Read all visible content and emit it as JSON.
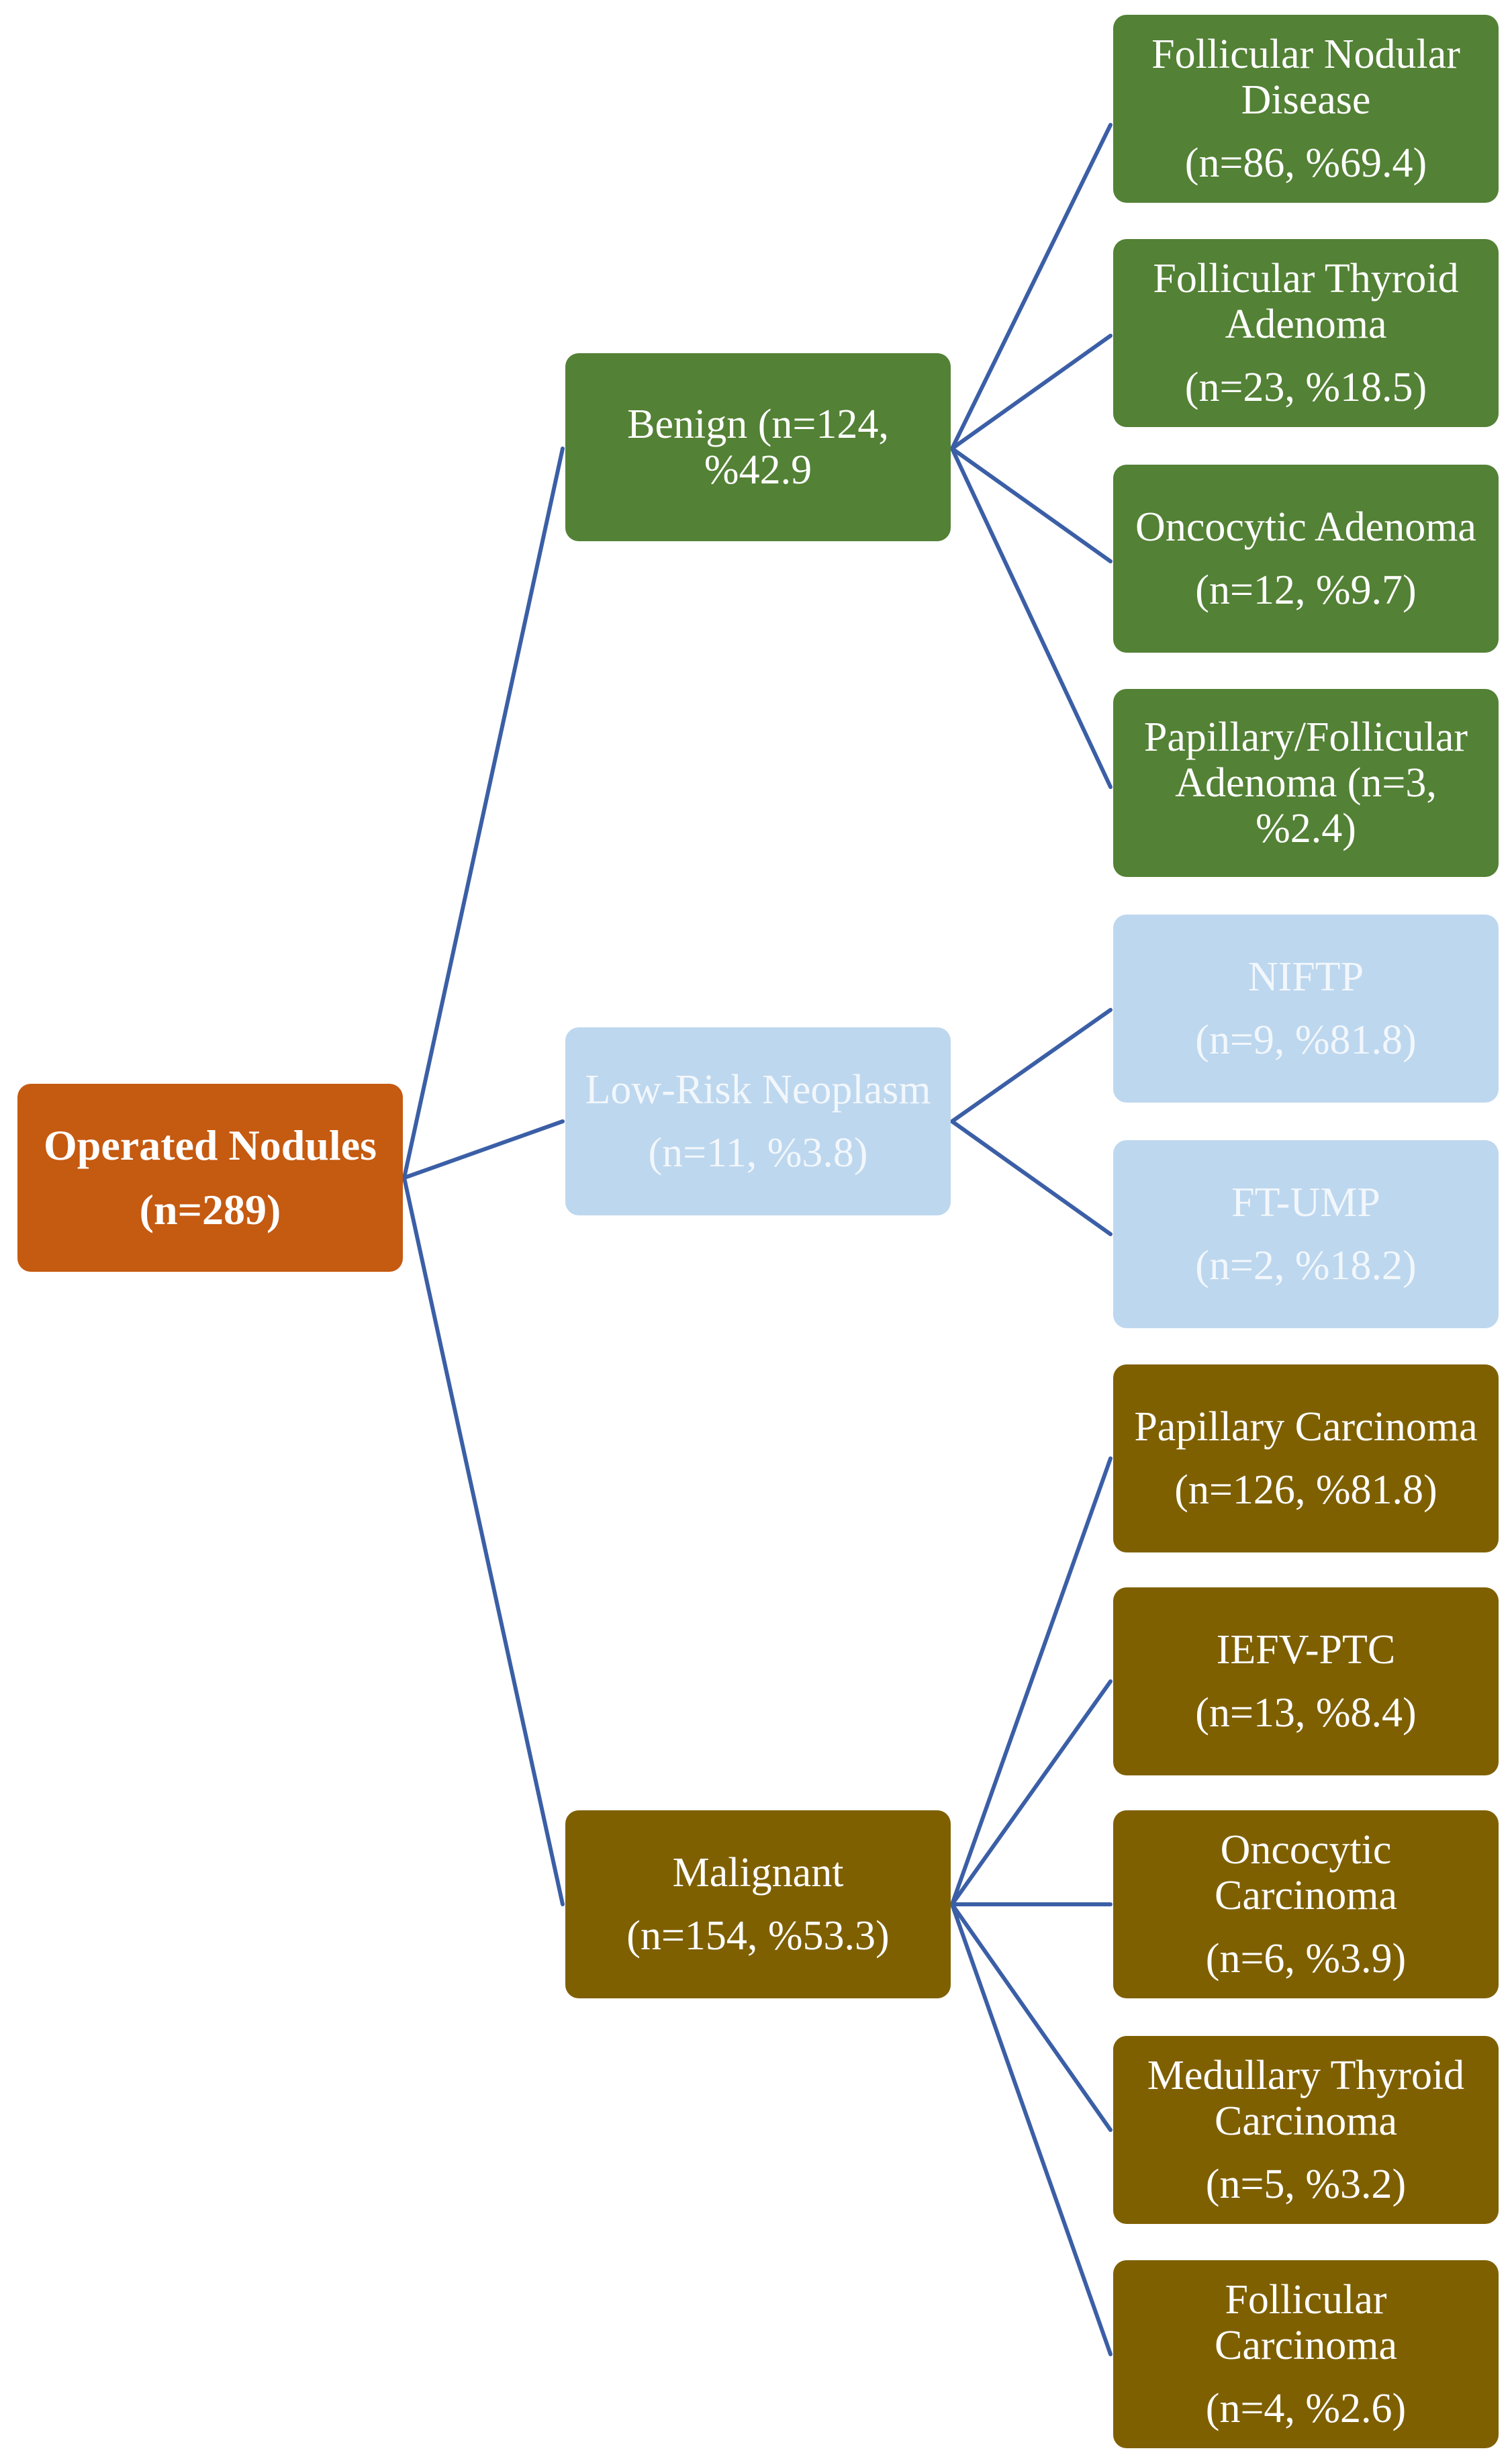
{
  "colors": {
    "root": "#c55a11",
    "benign": "#538135",
    "low_risk": "#bdd7ee",
    "malignant": "#7f6000",
    "connector": "#3b5fa6"
  },
  "root": {
    "label": "Operated Nodules",
    "count": "(n=289)"
  },
  "benign": {
    "label": "Benign (n=124, %42.9",
    "children": [
      {
        "label": "Follicular Nodular Disease",
        "count": "(n=86, %69.4)"
      },
      {
        "label": "Follicular Thyroid Adenoma",
        "count": "(n=23, %18.5)"
      },
      {
        "label": "Oncocytic Adenoma",
        "count": "(n=12, %9.7)"
      },
      {
        "label": "Papillary/Follicular Adenoma (n=3, %2.4)"
      }
    ]
  },
  "low_risk": {
    "label": "Low-Risk Neoplasm",
    "count": "(n=11, %3.8)",
    "children": [
      {
        "label": "NIFTP",
        "count": "(n=9, %81.8)"
      },
      {
        "label": "FT-UMP",
        "count": "(n=2, %18.2)"
      }
    ]
  },
  "malignant": {
    "label": "Malignant",
    "count": "(n=154, %53.3)",
    "children": [
      {
        "label": "Papillary Carcinoma",
        "count": "(n=126, %81.8)"
      },
      {
        "label": "IEFV-PTC",
        "count": "(n=13, %8.4)"
      },
      {
        "label": "Oncocytic Carcinoma",
        "count": "(n=6, %3.9)"
      },
      {
        "label": "Medullary Thyroid Carcinoma",
        "count": "(n=5, %3.2)"
      },
      {
        "label": "Follicular Carcinoma",
        "count": "(n=4, %2.6)"
      }
    ]
  }
}
